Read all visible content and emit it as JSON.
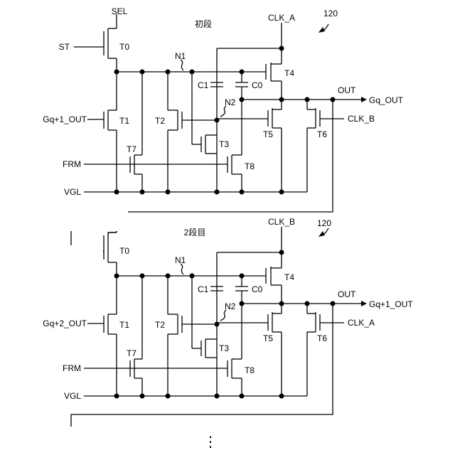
{
  "figure_ref": "120",
  "stages": [
    {
      "title": "初段",
      "ref": "120",
      "in_top": "SEL",
      "in_t0_gate": "ST",
      "in_t1_gate": "Gq+1_OUT",
      "clk_top": "CLK_A",
      "clk_t6": "CLK_B",
      "output": "Gq_OUT"
    },
    {
      "title": "2段目",
      "ref": "120",
      "in_top": "",
      "in_t0_gate": "",
      "in_t1_gate": "Gq+2_OUT",
      "clk_top": "CLK_B",
      "clk_t6": "CLK_A",
      "output": "Gq+1_OUT"
    }
  ],
  "labels": {
    "t0": "T0",
    "t1": "T1",
    "t2": "T2",
    "t3": "T3",
    "t4": "T4",
    "t5": "T5",
    "t6": "T6",
    "t7": "T7",
    "t8": "T8",
    "n1": "N1",
    "n2": "N2",
    "c1": "C1",
    "c0": "C0",
    "out": "OUT",
    "frm": "FRM",
    "vgl": "VGL"
  },
  "continuation": "⋮",
  "stroke_color": "#000000"
}
